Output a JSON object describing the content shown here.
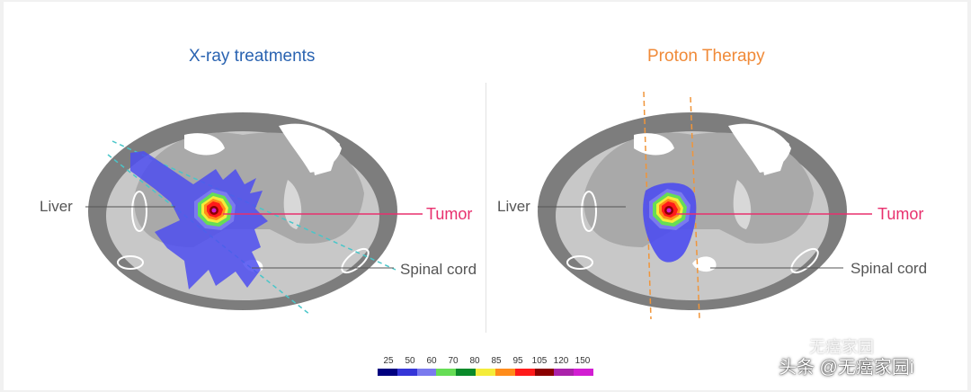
{
  "panels": {
    "left": {
      "title": "X-ray treatments"
    },
    "right": {
      "title": "Proton Therapy"
    }
  },
  "labels": {
    "liver": "Liver",
    "tumor": "Tumor",
    "spinal_cord": "Spinal cord"
  },
  "legend": {
    "ticks": [
      "25",
      "50",
      "60",
      "70",
      "80",
      "85",
      "95",
      "105",
      "120",
      "150"
    ],
    "colors": [
      "#00007f",
      "#3535d8",
      "#7a7aee",
      "#66dd55",
      "#0a8a2a",
      "#f4ec3a",
      "#ff8c1a",
      "#ff1a1a",
      "#8a0000",
      "#aa22aa",
      "#d21dd2"
    ]
  },
  "watermark": {
    "main": "头条 @无癌家园i",
    "top": "无癌家园"
  },
  "colors": {
    "xray_title": "#2a63b1",
    "proton_title": "#f08a38",
    "tumor_line": "#e8306e",
    "beam_cyan": "#49c6c9",
    "beam_orange": "#f0953a",
    "dose_blue": "#4d4df0"
  }
}
